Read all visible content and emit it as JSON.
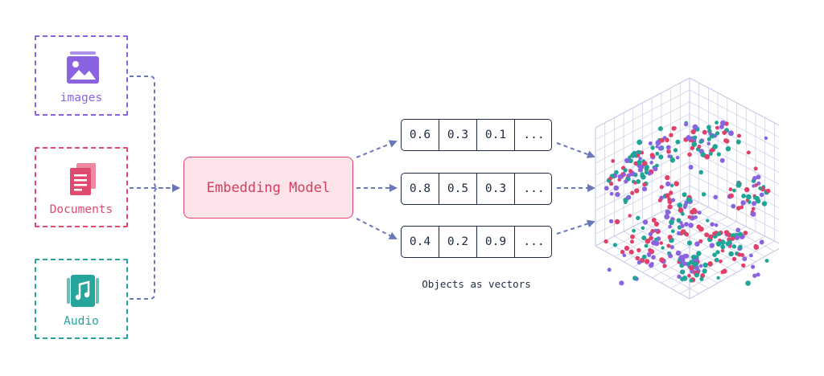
{
  "inputs": [
    {
      "label": "images",
      "icon": "image-icon",
      "color": "#8a63e0"
    },
    {
      "label": "Documents",
      "icon": "documents-icon",
      "color": "#e04a6e"
    },
    {
      "label": "Audio",
      "icon": "music-icon",
      "color": "#28a59a"
    }
  ],
  "model": {
    "label": "Embedding Model"
  },
  "vectors": [
    [
      "0.6",
      "0.3",
      "0.1",
      "..."
    ],
    [
      "0.8",
      "0.5",
      "0.3",
      "..."
    ],
    [
      "0.4",
      "0.2",
      "0.9",
      "..."
    ]
  ],
  "caption": "Objects as vectors",
  "colors": {
    "connector": "#6b78b8",
    "dark": "#1f2a44",
    "grid": "#c9cde8",
    "points": [
      "#e0406a",
      "#8a63e0",
      "#1fa596"
    ]
  }
}
